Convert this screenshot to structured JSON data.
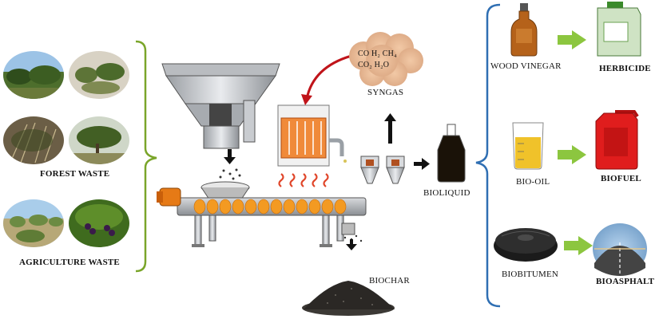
{
  "inputs": {
    "forest_label": "FOREST WASTE",
    "agri_label": "AGRICULTURE WASTE"
  },
  "process": {
    "syngas_formula_line1": "CO H₂  CH₄",
    "syngas_formula_line2": "CO₂  H₂O",
    "syngas_label": "SYNGAS",
    "bioliquid_label": "BIOLIQUID",
    "biochar_label": "BIOCHAR"
  },
  "products": [
    {
      "source": "WOOD VINEGAR",
      "product": "HERBICIDE"
    },
    {
      "source": "BIO-OIL",
      "product": "BIOFUEL"
    },
    {
      "source": "BIOBITUMEN",
      "product": "BIOASPHALT"
    }
  ],
  "colors": {
    "bracket_green": "#7aa52a",
    "bracket_blue": "#2f6fb3",
    "arrow_green": "#8cc63f",
    "syngas_arrow": "#c0141a",
    "heat": "#e0462a"
  }
}
